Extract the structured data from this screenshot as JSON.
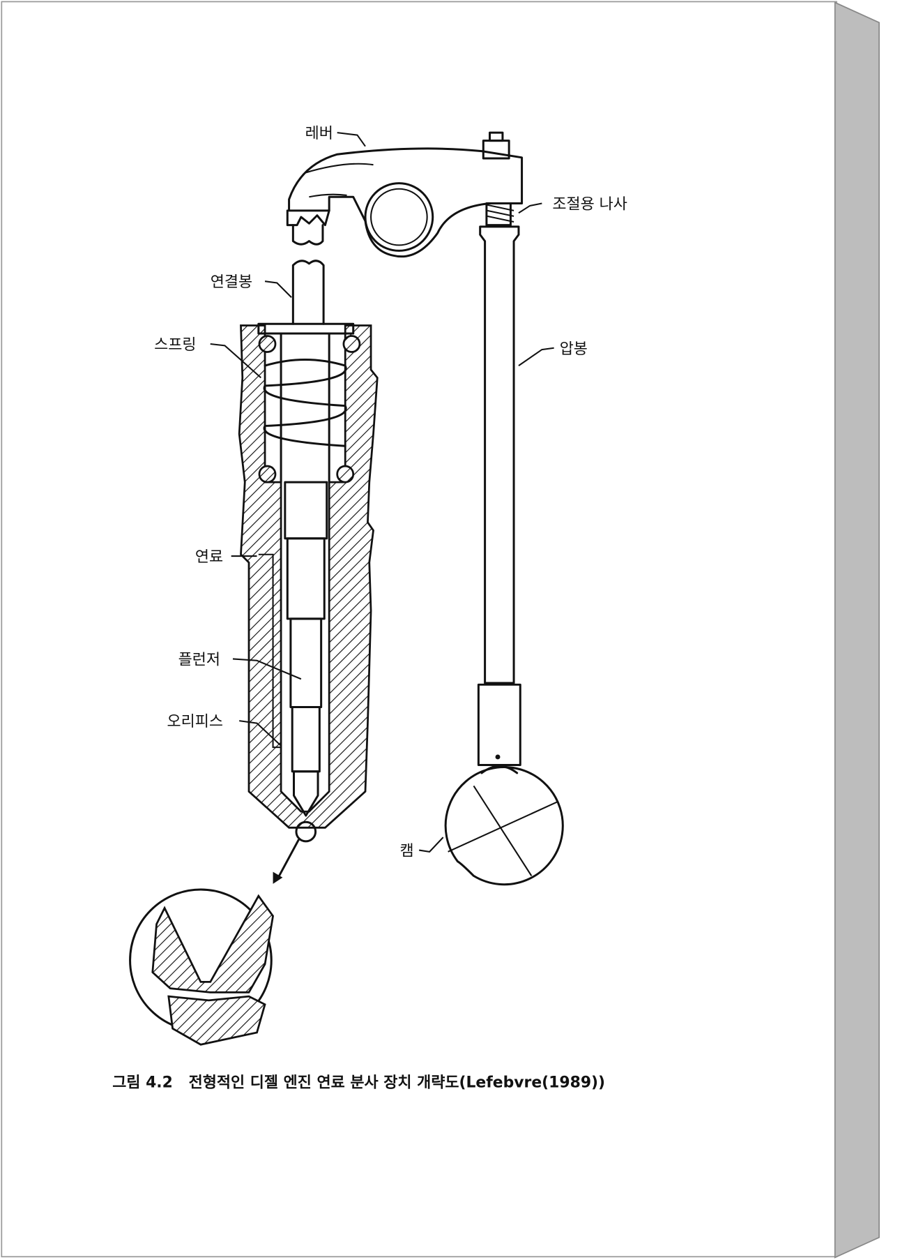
{
  "figure": {
    "caption": "그림 4.2   전형적인 디젤 엔진 연료 분사 장치 개략도(Lefebvre(1989))",
    "labels": {
      "lever": "레버",
      "adjusting_screw": "조절용 나사",
      "connecting_rod": "연결봉",
      "spring": "스프링",
      "push_rod": "압봉",
      "fuel": "연료",
      "plunger": "플런저",
      "orifice": "오리피스",
      "cam": "캠"
    }
  },
  "colors": {
    "page": "#ffffff",
    "edge": "#bdbdbd",
    "ink": "#111111"
  }
}
